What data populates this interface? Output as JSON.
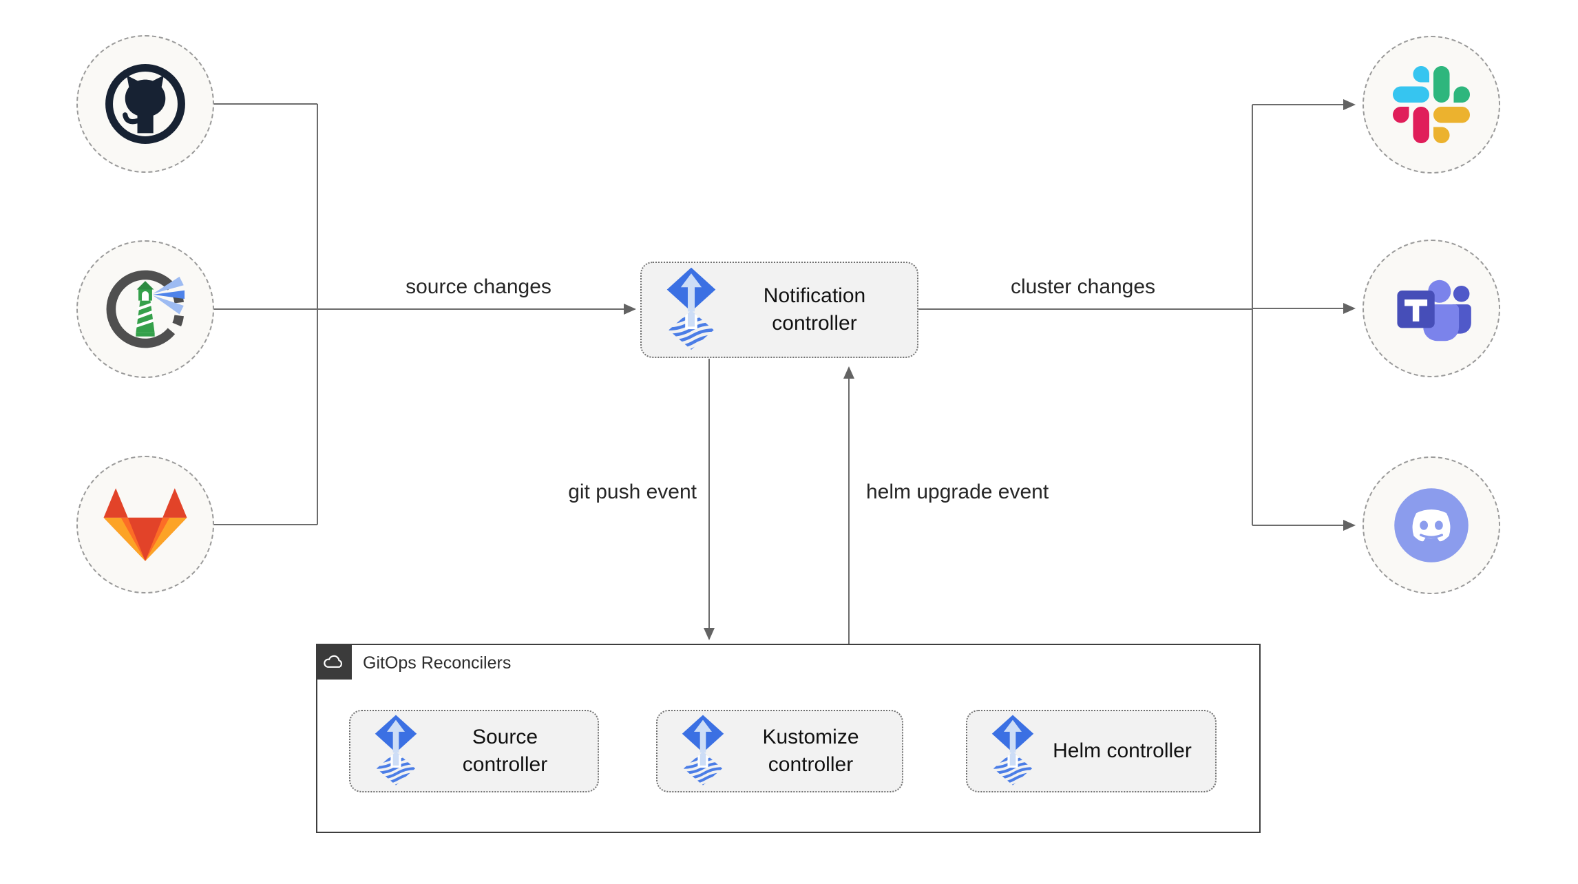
{
  "diagram": {
    "title_implicit": "Flux notification controller flow",
    "sources": [
      {
        "id": "github",
        "icon": "github-icon"
      },
      {
        "id": "harbor",
        "icon": "harbor-icon"
      },
      {
        "id": "gitlab",
        "icon": "gitlab-icon"
      }
    ],
    "notification_controller": {
      "label": "Notification controller",
      "icon": "flux-icon"
    },
    "targets": [
      {
        "id": "slack",
        "icon": "slack-icon"
      },
      {
        "id": "teams",
        "icon": "teams-icon"
      },
      {
        "id": "discord",
        "icon": "discord-icon"
      }
    ],
    "edges": {
      "source_changes": "source changes",
      "cluster_changes": "cluster changes",
      "git_push_event": "git push event",
      "helm_upgrade_event": "helm upgrade event"
    },
    "reconcilers": {
      "title": "GitOps Reconcilers",
      "icon": "cloud-icon",
      "controllers": [
        {
          "label": "Source controller",
          "icon": "flux-icon"
        },
        {
          "label": "Kustomize controller",
          "icon": "flux-icon"
        },
        {
          "label": "Helm controller",
          "icon": "flux-icon"
        }
      ]
    },
    "colors": {
      "flux_blue": "#3b70e3",
      "flux_arrow_light": "#cdddf6",
      "line_gray": "#6b6b6b",
      "node_fill": "#faf9f6",
      "node_border": "#9a9a9a",
      "box_fill": "#f2f2f2",
      "box_border": "#707070",
      "container_border": "#3d3d3d",
      "badge_bg": "#3b3b3b",
      "github_dark": "#172233",
      "harbor_ring": "#4f4f4f",
      "harbor_green": "#34a04a",
      "harbor_beam": "#4e83ea",
      "gitlab_red": "#e24329",
      "gitlab_orange": "#fc6d26",
      "gitlab_amber": "#fca326",
      "slack_blue": "#36C5F0",
      "slack_green": "#2EB67D",
      "slack_yellow": "#ECB22E",
      "slack_pink": "#E01E5A",
      "teams_purple": "#464EB8",
      "teams_light": "#7b83eb",
      "discord_blurple": "#8b9ced",
      "label_text": "#262626"
    }
  }
}
